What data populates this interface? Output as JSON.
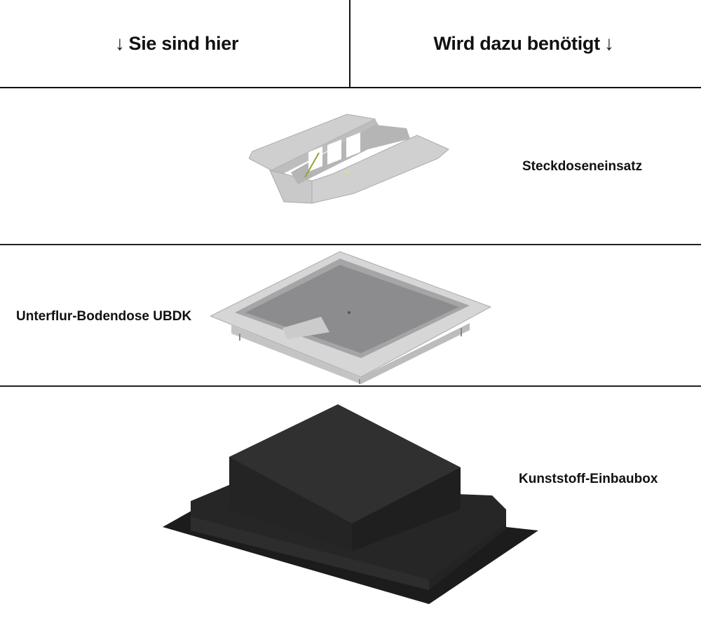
{
  "header": {
    "left": {
      "arrow": "↓",
      "label": "Sie sind hier"
    },
    "right": {
      "label": "Wird dazu benötigt",
      "arrow": "↓"
    }
  },
  "rows": [
    {
      "label": "Steckdoseneinsatz",
      "image": "socket-insert-image"
    },
    {
      "label": "Unterflur-Bodendose UBDK",
      "image": "underfloor-box-image"
    },
    {
      "label": "Kunststoff-Einbaubox",
      "image": "plastic-installation-box-image"
    }
  ],
  "colors": {
    "line": "#111111",
    "metal": "#c8c8c8",
    "lid": "#8a8a8c",
    "plastic": "#222222"
  }
}
